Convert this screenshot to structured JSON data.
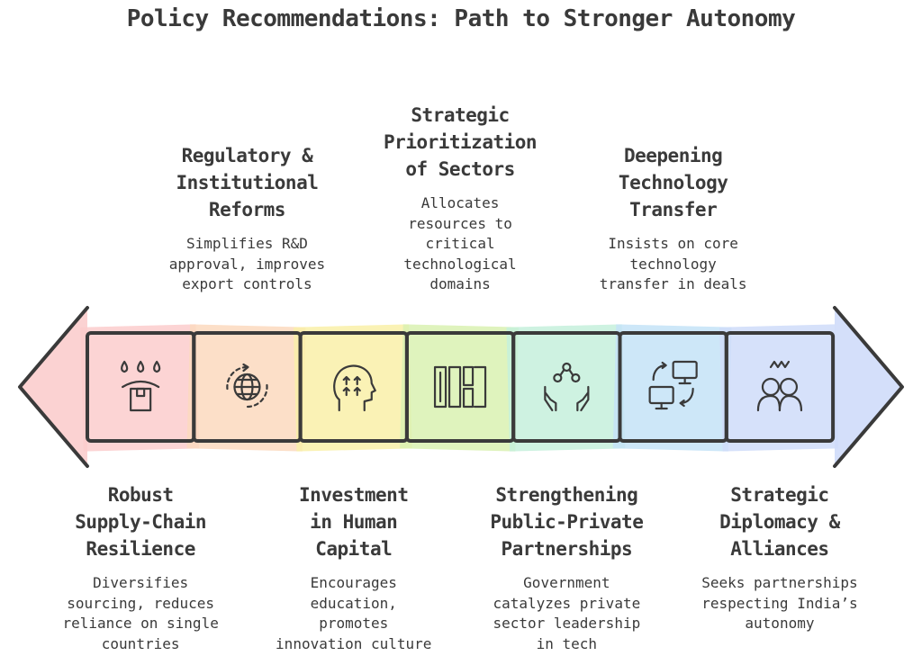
{
  "title": "Policy Recommendations: Path to Stronger Autonomy",
  "steps": [
    {
      "heading": [
        "Robust",
        "Supply-Chain",
        "Resilience"
      ],
      "description": [
        "Diversifies",
        "sourcing, reduces",
        "reliance on single",
        "countries"
      ],
      "icon": "cargo-rain-icon",
      "color": "#fbcdcd"
    },
    {
      "heading": [
        "Regulatory &",
        "Institutional",
        "Reforms"
      ],
      "description": [
        "Simplifies R&D",
        "approval, improves",
        "export controls"
      ],
      "icon": "globe-rotate-icon",
      "color": "#fbd9be"
    },
    {
      "heading": [
        "Investment",
        "in Human",
        "Capital"
      ],
      "description": [
        "Encourages",
        "education,",
        "promotes",
        "innovation culture"
      ],
      "icon": "head-growth-icon",
      "color": "#f9f0a8"
    },
    {
      "heading": [
        "Strategic",
        "Prioritization",
        "of Sectors"
      ],
      "description": [
        "Allocates",
        "resources to",
        "critical",
        "technological",
        "domains"
      ],
      "icon": "sector-blocks-icon",
      "color": "#d9f1b1"
    },
    {
      "heading": [
        "Strengthening",
        "Public-Private",
        "Partnerships"
      ],
      "description": [
        "Government",
        "catalyzes private",
        "sector leadership",
        "in tech"
      ],
      "icon": "hands-network-icon",
      "color": "#c5f0dc"
    },
    {
      "heading": [
        "Deepening",
        "Technology",
        "Transfer"
      ],
      "description": [
        "Insists on core",
        "technology",
        "transfer in deals"
      ],
      "icon": "screens-transfer-icon",
      "color": "#c4e3f7"
    },
    {
      "heading": [
        "Strategic",
        "Diplomacy &",
        "Alliances"
      ],
      "description": [
        "Seeks partnerships",
        "respecting India’s",
        "autonomy"
      ],
      "icon": "people-alliance-icon",
      "color": "#cfdcf9"
    }
  ],
  "colors": {
    "left_arrow": "#fbcdcd",
    "right_arrow": "#cfdcf9",
    "stroke": "#3a3a3a"
  }
}
